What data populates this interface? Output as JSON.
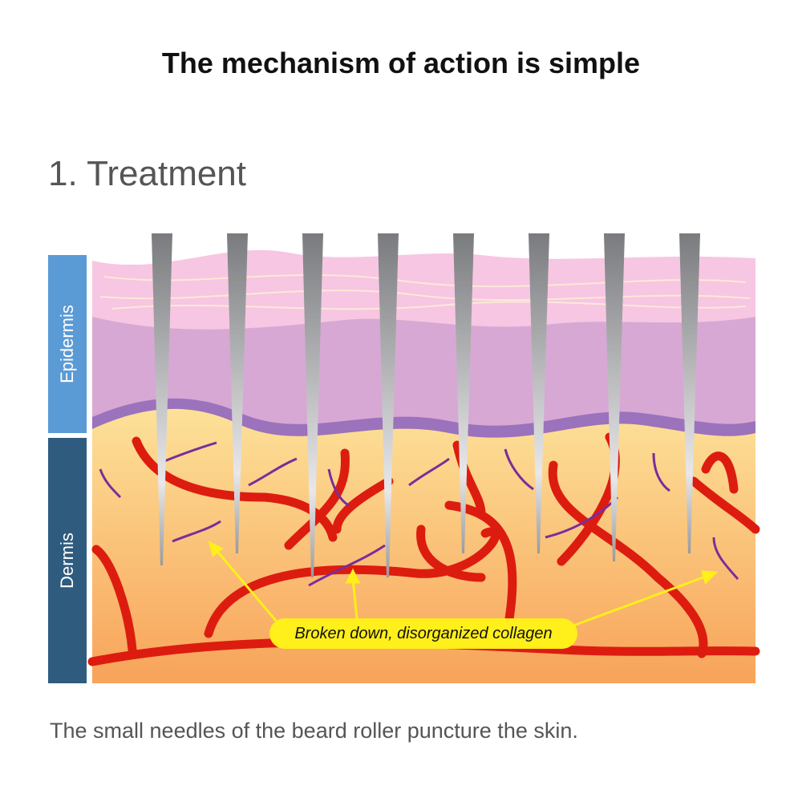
{
  "title": "The mechanism of action is simple",
  "section": "1. Treatment",
  "layers": {
    "epidermis": "Epidermis",
    "dermis": "Dermis"
  },
  "annotation": "Broken down, disorganized collagen",
  "caption": "The small needles of the beard roller puncture the skin.",
  "colors": {
    "epidermis_bar": "#5b9bd5",
    "dermis_bar": "#2f5b7f",
    "vessel": "#dd1c10",
    "label": "#ffef1a"
  }
}
